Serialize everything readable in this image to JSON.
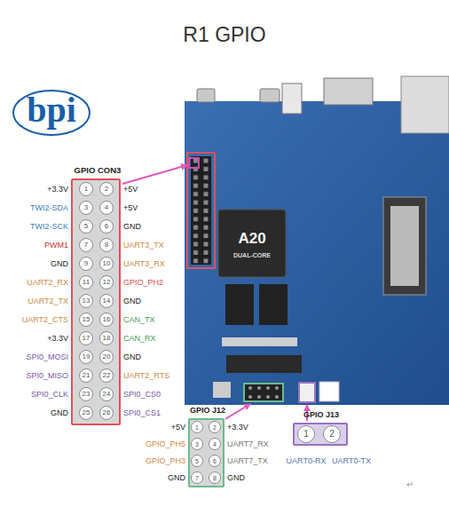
{
  "diagram": {
    "title": "R1 GPIO",
    "nodes": [
      {
        "text": [
          "GPIO CON3"
        ]
      },
      {
        "text": [
          "1"
        ],
        "in": 0
      },
      {
        "text": [
          "2"
        ],
        "in": 0
      },
      {
        "text": [
          "3"
        ],
        "in": 0
      },
      {
        "text": [
          "4"
        ],
        "in": 0
      },
      {
        "text": [
          "5"
        ],
        "in": 0
      },
      {
        "text": [
          "6"
        ],
        "in": 0
      },
      {
        "text": [
          "7"
        ],
        "in": 0
      },
      {
        "text": [
          "8"
        ],
        "in": 0
      },
      {
        "text": [
          "9"
        ],
        "in": 0
      },
      {
        "text": [
          "10"
        ],
        "in": 0
      },
      {
        "text": [
          "11"
        ],
        "in": 0
      },
      {
        "text": [
          "12"
        ],
        "in": 0
      },
      {
        "text": [
          "13"
        ],
        "in": 0
      },
      {
        "text": [
          "14"
        ],
        "in": 0
      },
      {
        "text": [
          "15"
        ],
        "in": 0
      },
      {
        "text": [
          "16"
        ],
        "in": 0
      },
      {
        "text": [
          "17"
        ],
        "in": 0
      },
      {
        "text": [
          "18"
        ],
        "in": 0
      },
      {
        "text": [
          "19"
        ],
        "in": 0
      },
      {
        "text": [
          "20"
        ],
        "in": 0
      },
      {
        "text": [
          "21"
        ],
        "in": 0
      },
      {
        "text": [
          "22"
        ],
        "in": 0
      },
      {
        "text": [
          "23"
        ],
        "in": 0
      },
      {
        "text": [
          "24"
        ],
        "in": 0
      },
      {
        "text": [
          "25"
        ],
        "in": 0
      },
      {
        "text": [
          "26"
        ],
        "in": 0
      },
      {
        "text": [
          "GPIO J12"
        ]
      },
      {
        "text": [
          "1"
        ],
        "in": 27
      },
      {
        "text": [
          "2"
        ],
        "in": 27
      },
      {
        "text": [
          "3"
        ],
        "in": 27
      },
      {
        "text": [
          "4"
        ],
        "in": 27
      },
      {
        "text": [
          "5"
        ],
        "in": 27
      },
      {
        "text": [
          "6"
        ],
        "in": 27
      },
      {
        "text": [
          "7"
        ],
        "in": 27
      },
      {
        "text": [
          "8"
        ],
        "in": 27
      },
      {
        "text": [
          "GPIO J13"
        ]
      },
      {
        "text": [
          "1"
        ],
        "in": 36
      },
      {
        "text": [
          "2"
        ],
        "in": 36
      }
    ],
    "labels": [
      "bpi",
      "+3.3V",
      "+5V",
      "TWI2-SDA",
      "+5V",
      "TWI2-SCK",
      "GND",
      "PWM1",
      "UART3_TX",
      "GND",
      "UART3_RX",
      "UART2_RX",
      "GPIO_PH2",
      "UART2_TX",
      "GND",
      "UART2_CTS",
      "CAN_TX",
      "+3.3V",
      "CAN_RX",
      "SPI0_MOSI",
      "GND",
      "SPI0_MISO",
      "UART2_RTS",
      "SPI0_CLK",
      "SPI0_CS0",
      "GND",
      "SPI0_CS1",
      "A20",
      "DUAL-CORE",
      "+5V",
      "+3.3V",
      "GPIO_PH5",
      "UART7_RX",
      "GPIO_PH3",
      "UART7_TX",
      "GND",
      "GND",
      "UART0-RX",
      "UART0-TX",
      "↵"
    ]
  }
}
